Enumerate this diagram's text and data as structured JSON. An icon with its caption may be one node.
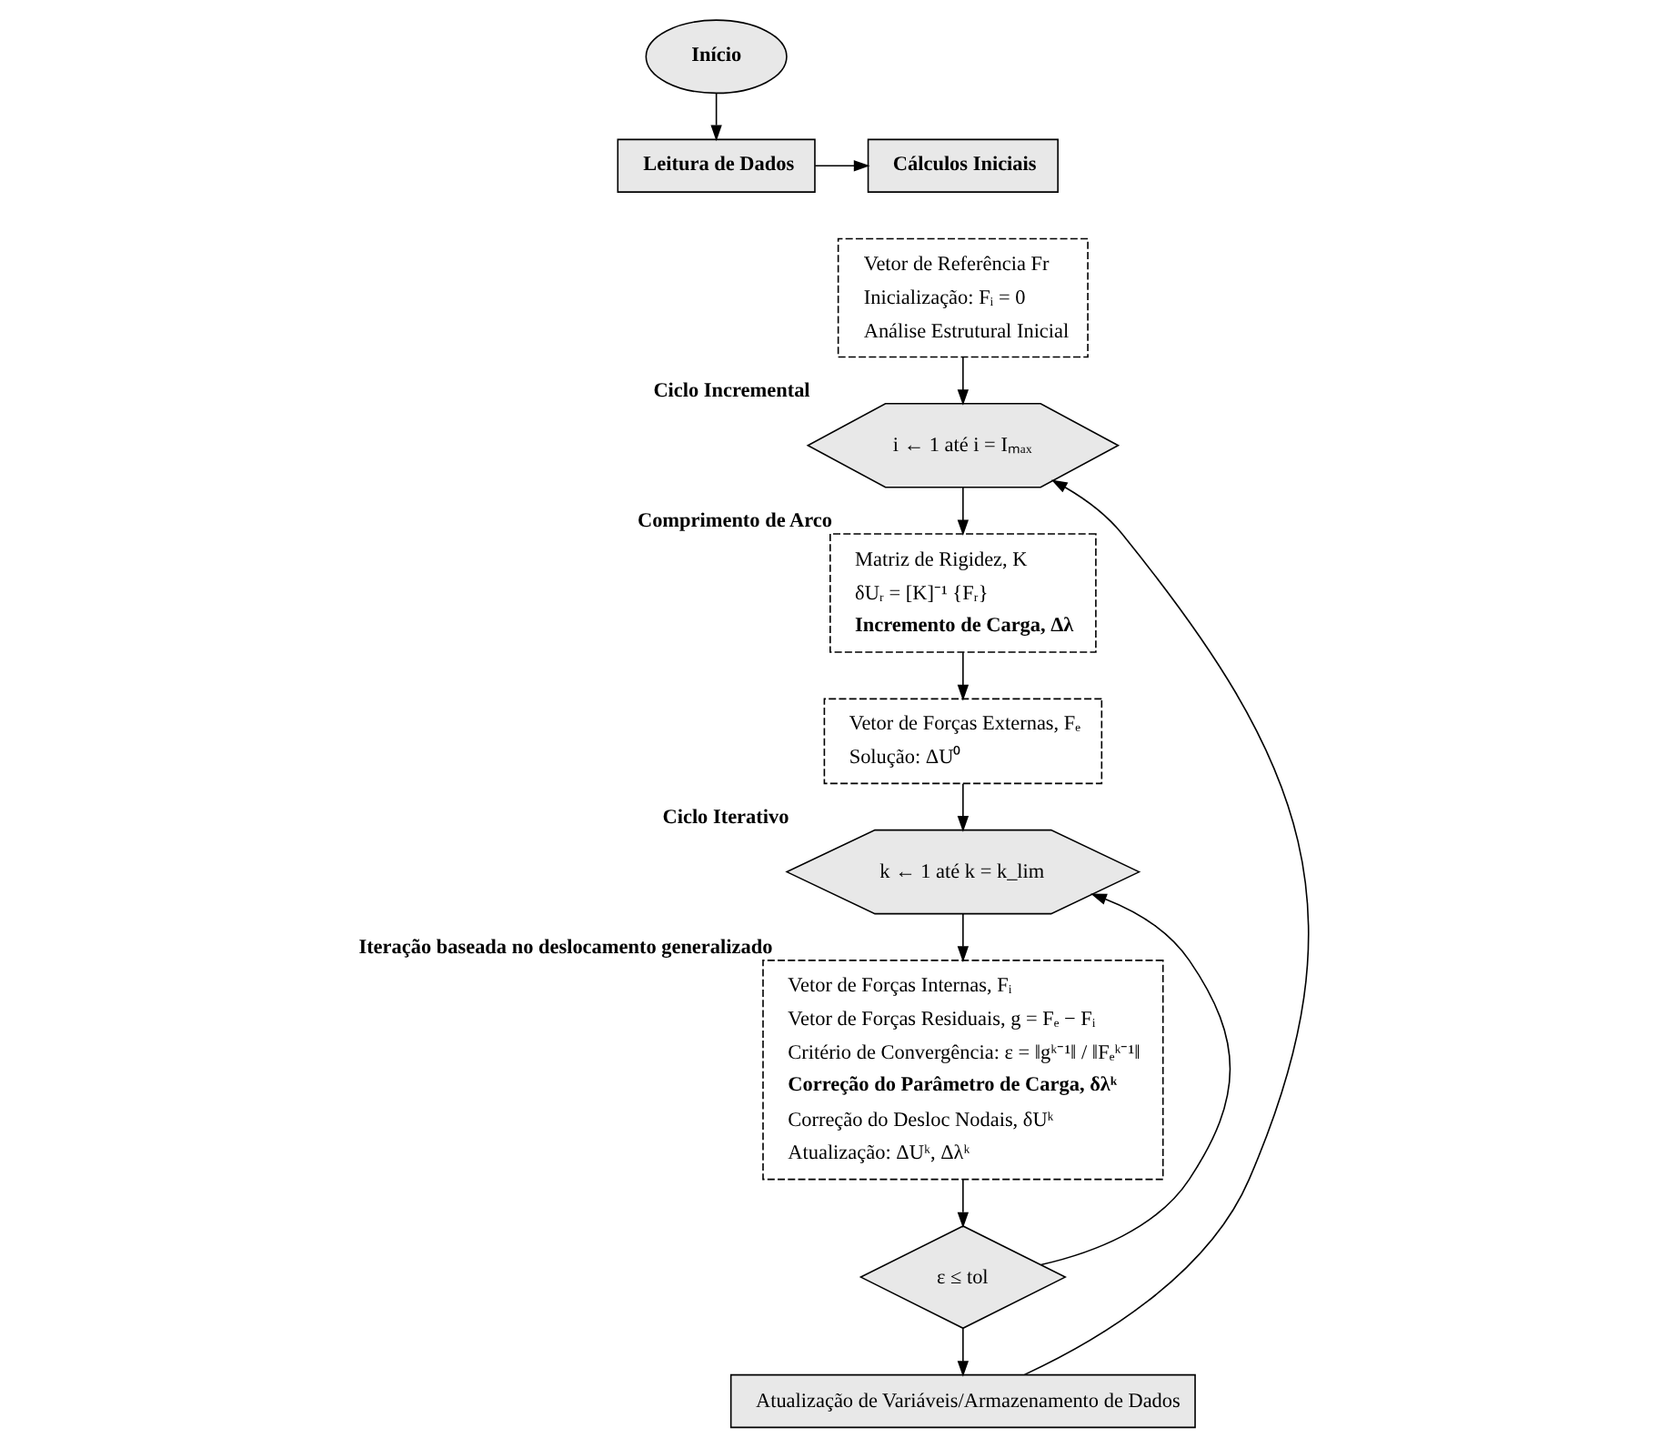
{
  "diagram": {
    "nodes": [
      {
        "text": [
          "Início"
        ]
      },
      {
        "text": [
          "Leitura de Dados"
        ]
      },
      {
        "text": [
          "Cálculos Iniciais"
        ]
      },
      {
        "text": [
          "Vetor de Referência Fr",
          "Inicialização: Fᵢ = 0",
          "Análise Estrutural Inicial"
        ]
      },
      {
        "text": [
          "i ← 1 até i = Iₘₐₓ"
        ],
        "beside": [
          "Ciclo Incremental"
        ]
      },
      {
        "text": [
          "Matriz de Rigidez, K",
          "δUᵣ = [K]⁻¹ {Fᵣ}",
          "Incremento de Carga, Δλ"
        ],
        "beside": [
          "Comprimento de Arco"
        ]
      },
      {
        "text": [
          "Vetor de Forças Externas, Fₑ",
          "Solução: ΔU⁰"
        ]
      },
      {
        "text": [
          "k ← 1 até k = k_lim"
        ],
        "beside": [
          "Ciclo Iterativo"
        ]
      },
      {
        "text": [
          "Vetor de Forças Internas, Fᵢ",
          "Vetor de Forças Residuais, g = Fₑ − Fᵢ",
          "Critério de Convergência: ε = ‖gᵏ⁻¹‖ / ‖Fₑᵏ⁻¹‖",
          "Correção do Parâmetro de Carga, δλᵏ",
          "Correção do Desloc Nodais, δUᵏ",
          "Atualização: ΔUᵏ, Δλᵏ"
        ],
        "beside": [
          "Iteração baseada no deslocamento generalizado"
        ]
      },
      {
        "text": [
          "ε ≤ tol"
        ]
      },
      {
        "text": [
          "Atualização de Variáveis/Armazenamento de Dados"
        ]
      }
    ],
    "edges": [
      {
        "from": 0,
        "to": 1,
        "arrow": "to"
      },
      {
        "from": 1,
        "to": 2,
        "arrow": "to"
      },
      {
        "from": 3,
        "to": 4,
        "arrow": "to"
      },
      {
        "from": 4,
        "to": 5,
        "arrow": "to"
      },
      {
        "from": 5,
        "to": 6,
        "arrow": "to"
      },
      {
        "from": 6,
        "to": 7,
        "arrow": "to"
      },
      {
        "from": 7,
        "to": 8,
        "arrow": "to"
      },
      {
        "from": 8,
        "to": 9,
        "arrow": "to"
      },
      {
        "from": 9,
        "to": 7,
        "arrow": "to"
      },
      {
        "from": 9,
        "to": 10,
        "arrow": "to"
      },
      {
        "from": 10,
        "to": 4,
        "arrow": "to"
      }
    ]
  }
}
